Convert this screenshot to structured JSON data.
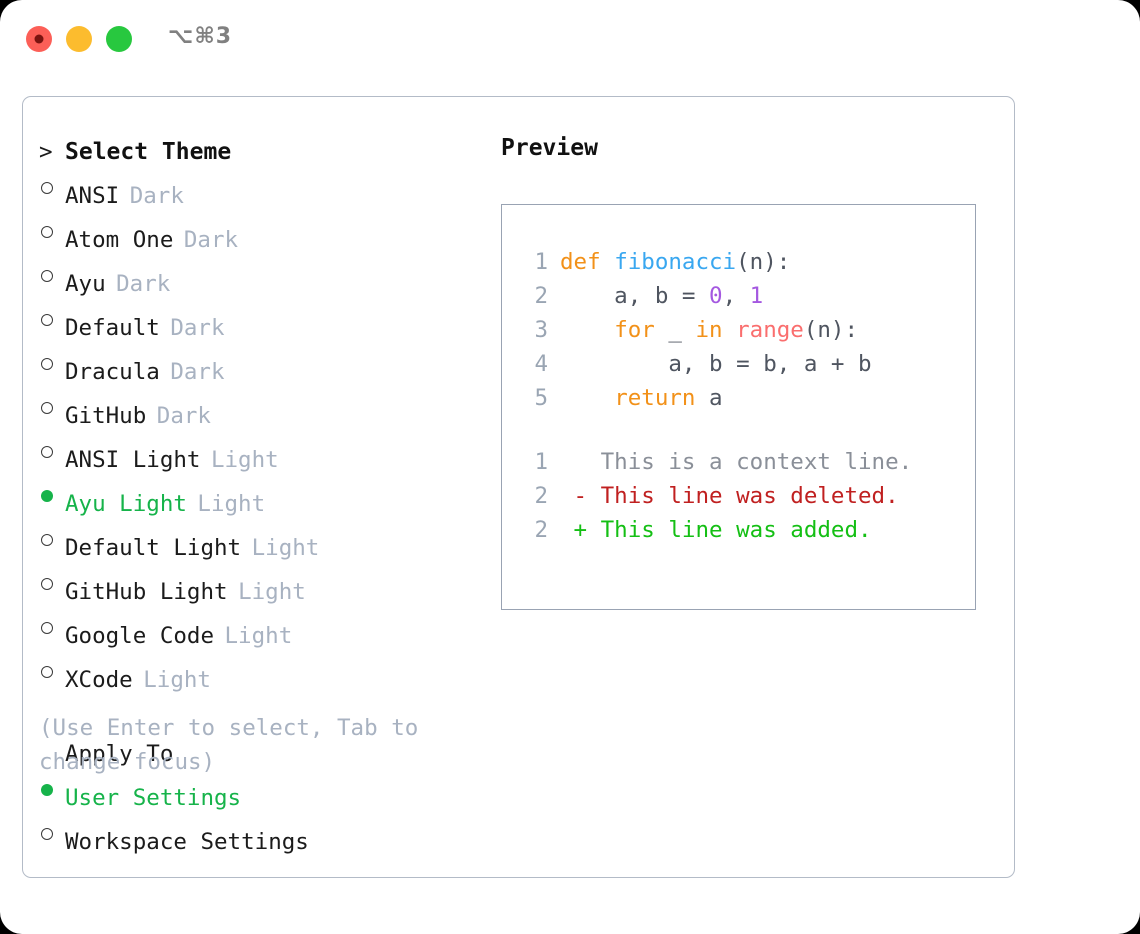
{
  "window": {
    "traffic_lights": [
      "close",
      "minimize",
      "maximize"
    ],
    "shortcut_label": "⌥⌘3",
    "colors": {
      "close": "#fc5f57",
      "minimize": "#fcbc2e",
      "maximize": "#28c83f",
      "accent_green": "#16b34a",
      "muted": "#a8b2c1",
      "border": "#b3bbc7"
    }
  },
  "theme_picker": {
    "heading": "Select Theme",
    "heading_marker": ">",
    "items": [
      {
        "name": "ANSI",
        "variant": "Dark",
        "selected": false
      },
      {
        "name": "Atom One",
        "variant": "Dark",
        "selected": false
      },
      {
        "name": "Ayu",
        "variant": "Dark",
        "selected": false
      },
      {
        "name": "Default",
        "variant": "Dark",
        "selected": false
      },
      {
        "name": "Dracula",
        "variant": "Dark",
        "selected": false
      },
      {
        "name": "GitHub",
        "variant": "Dark",
        "selected": false
      },
      {
        "name": "ANSI Light",
        "variant": "Light",
        "selected": false
      },
      {
        "name": "Ayu Light",
        "variant": "Light",
        "selected": true
      },
      {
        "name": "Default Light",
        "variant": "Light",
        "selected": false
      },
      {
        "name": "GitHub Light",
        "variant": "Light",
        "selected": false
      },
      {
        "name": "Google Code",
        "variant": "Light",
        "selected": false
      },
      {
        "name": "XCode",
        "variant": "Light",
        "selected": false
      }
    ]
  },
  "apply_to": {
    "heading": "Apply To",
    "options": [
      {
        "label": "User Settings",
        "selected": true
      },
      {
        "label": "Workspace Settings",
        "selected": false
      }
    ]
  },
  "hint": "(Use Enter to select, Tab to change focus)",
  "preview": {
    "title": "Preview",
    "code_lines": [
      {
        "no": "1",
        "tokens": [
          {
            "t": "def ",
            "c": "tok-kw"
          },
          {
            "t": "fibonacci",
            "c": "tok-fn"
          },
          {
            "t": "(n):",
            "c": "tok-punc"
          }
        ]
      },
      {
        "no": "2",
        "tokens": [
          {
            "t": "    a, b = ",
            "c": "tok-txt"
          },
          {
            "t": "0",
            "c": "tok-num"
          },
          {
            "t": ", ",
            "c": "tok-punc"
          },
          {
            "t": "1",
            "c": "tok-num"
          }
        ]
      },
      {
        "no": "3",
        "tokens": [
          {
            "t": "    ",
            "c": "tok-txt"
          },
          {
            "t": "for",
            "c": "tok-kw"
          },
          {
            "t": " _ ",
            "c": "tok-txt"
          },
          {
            "t": "in",
            "c": "tok-kw"
          },
          {
            "t": " ",
            "c": "tok-txt"
          },
          {
            "t": "range",
            "c": "tok-bi"
          },
          {
            "t": "(n):",
            "c": "tok-punc"
          }
        ]
      },
      {
        "no": "4",
        "tokens": [
          {
            "t": "        a, b = b, a + b",
            "c": "tok-txt"
          }
        ]
      },
      {
        "no": "5",
        "tokens": [
          {
            "t": "    ",
            "c": "tok-txt"
          },
          {
            "t": "return",
            "c": "tok-kw"
          },
          {
            "t": " a",
            "c": "tok-txt"
          }
        ]
      }
    ],
    "diff_lines": [
      {
        "no": "1",
        "text": "   This is a context line.",
        "cls": "diff-ctx"
      },
      {
        "no": "2",
        "text": " - This line was deleted.",
        "cls": "diff-del"
      },
      {
        "no": "2",
        "text": " + This line was added.",
        "cls": "diff-add"
      }
    ]
  }
}
